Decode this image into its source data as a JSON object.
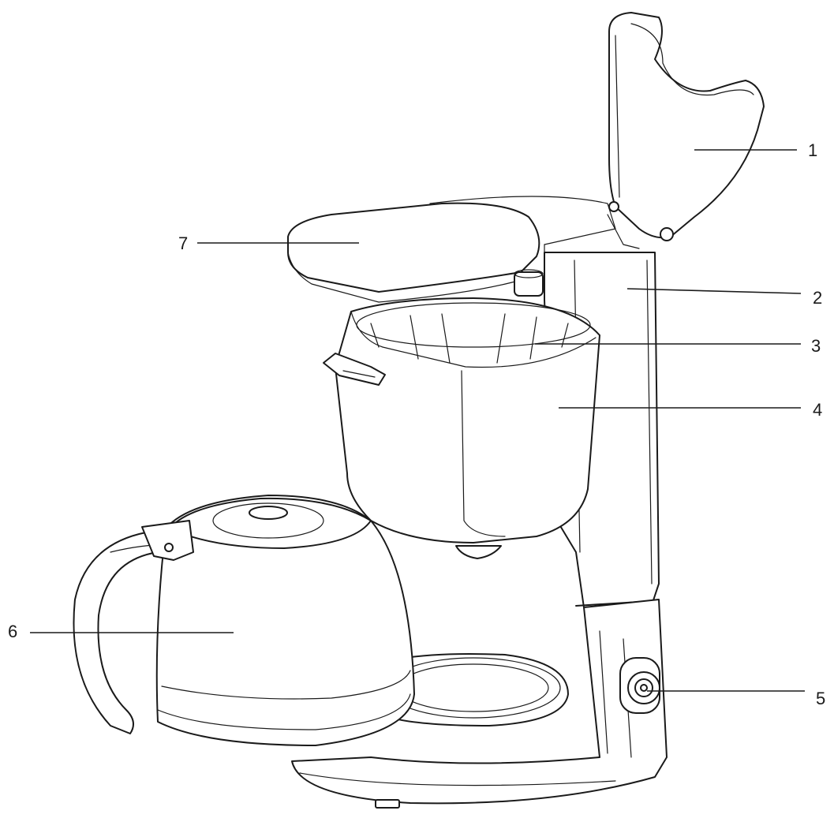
{
  "labels": [
    {
      "id": "lid-reservoir",
      "text": "1"
    },
    {
      "id": "housing-column",
      "text": "2"
    },
    {
      "id": "filter-insert",
      "text": "3"
    },
    {
      "id": "filter-holder",
      "text": "4"
    },
    {
      "id": "power-switch",
      "text": "5"
    },
    {
      "id": "glass-carafe",
      "text": "6"
    },
    {
      "id": "top-cover",
      "text": "7"
    }
  ]
}
